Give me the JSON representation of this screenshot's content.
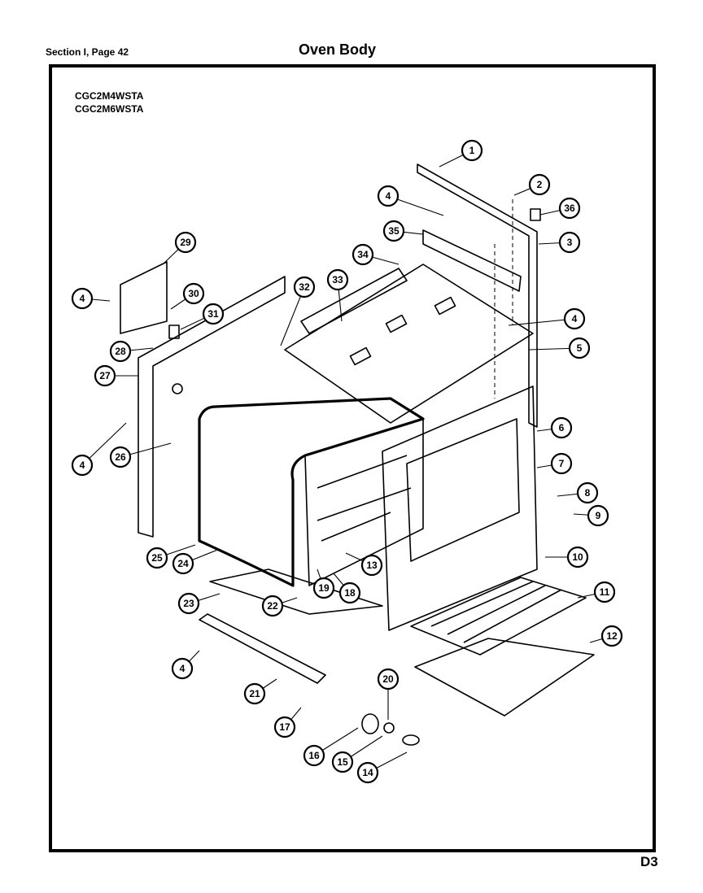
{
  "header": {
    "section_label": "Section I, Page 42",
    "title": "Oven Body"
  },
  "models": [
    "CGC2M4WSTA",
    "CGC2M6WSTA"
  ],
  "footer": {
    "page_code": "D3"
  },
  "callouts": [
    "1",
    "2",
    "36",
    "3",
    "4",
    "35",
    "34",
    "33",
    "32",
    "29",
    "30",
    "31",
    "28",
    "27",
    "4",
    "5",
    "6",
    "7",
    "26",
    "4",
    "8",
    "9",
    "10",
    "25",
    "24",
    "4",
    "13",
    "19",
    "18",
    "11",
    "23",
    "22",
    "12",
    "4",
    "21",
    "17",
    "20",
    "16",
    "15",
    "14"
  ]
}
